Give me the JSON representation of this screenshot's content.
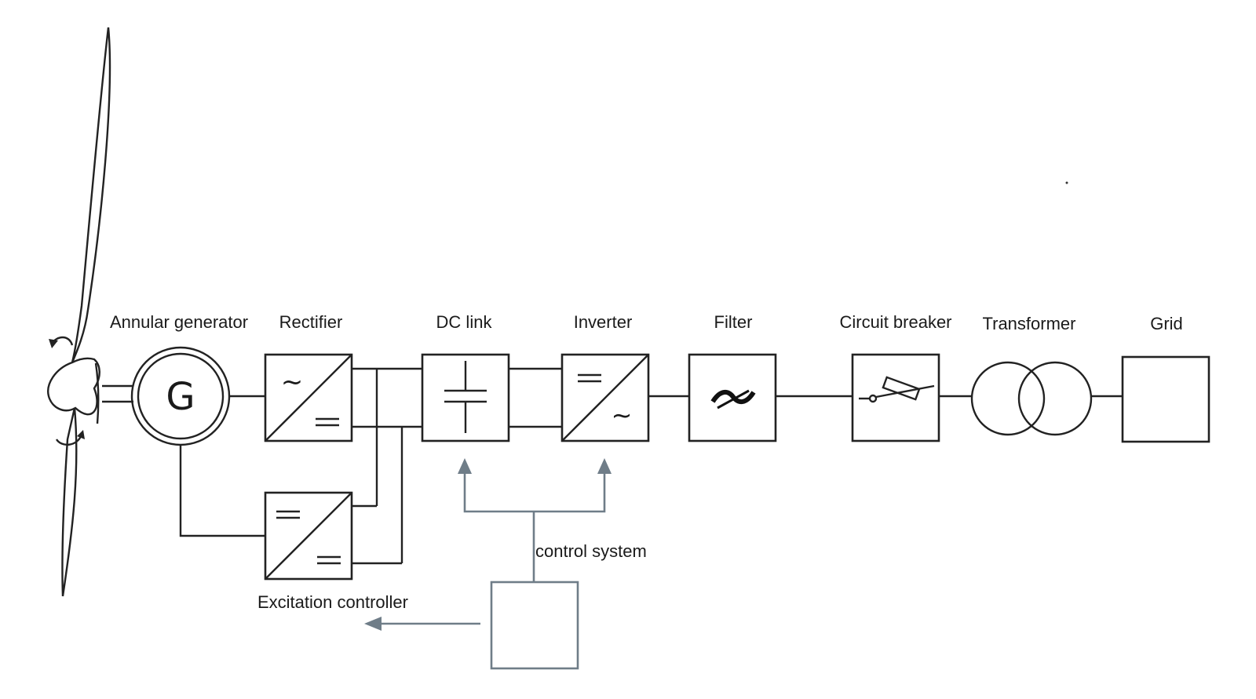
{
  "labels": {
    "generator": "Annular generator",
    "generator_symbol": "G",
    "rectifier": "Rectifier",
    "dc_link": "DC link",
    "inverter": "Inverter",
    "filter": "Filter",
    "circuit_breaker": "Circuit breaker",
    "transformer": "Transformer",
    "grid": "Grid",
    "control_system": "control system",
    "excitation_controller": "Excitation controller"
  },
  "symbols": {
    "ac": "~",
    "dc": "=="
  },
  "colors": {
    "line": "#222222",
    "control": "#6f7d88",
    "background": "#ffffff"
  }
}
